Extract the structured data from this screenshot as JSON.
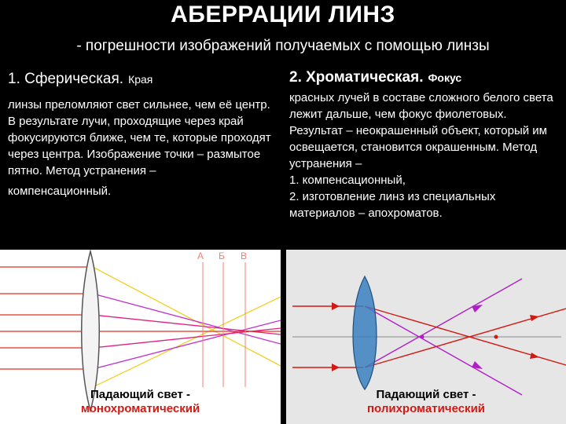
{
  "title": "АБЕРРАЦИИ ЛИНЗ",
  "subtitle": "- погрешности изображений получаемых с помощью линзы",
  "spherical": {
    "heading": "1. Сферическая.",
    "heading_extra": "Края",
    "body": "линзы преломляют свет сильнее, чем её центр. В результате лучи, проходящие через край фокусируются ближе, чем те, которые проходят через центра. Изображение точки – размытое пятно. Метод устранения –",
    "body_last": "компенсационный."
  },
  "chromatic": {
    "heading": "2. Хроматическая.",
    "heading_extra": "Фокус",
    "body": "красных лучей в составе сложного белого света лежит дальше, чем фокус фиолетовых. Результат – неокрашенный объект, который им освещается, становится окрашенным. Метод устранения –",
    "method1": "1. компенсационный,",
    "method2": "2. изготовление линз из специальных материалов – апохроматов."
  },
  "left_diagram": {
    "labels": [
      "А",
      "Б",
      "В"
    ],
    "caption_line1": "Падающий свет -",
    "caption_line2": "монохроматический"
  },
  "right_diagram": {
    "caption_line1": "Падающий свет -",
    "caption_line2": "полихроматический"
  },
  "colors": {
    "red": "#d21a14",
    "purple": "#b020c8",
    "yellow": "#f0d020",
    "orange": "#f08070",
    "lens_blue": "#3a7fc0"
  }
}
